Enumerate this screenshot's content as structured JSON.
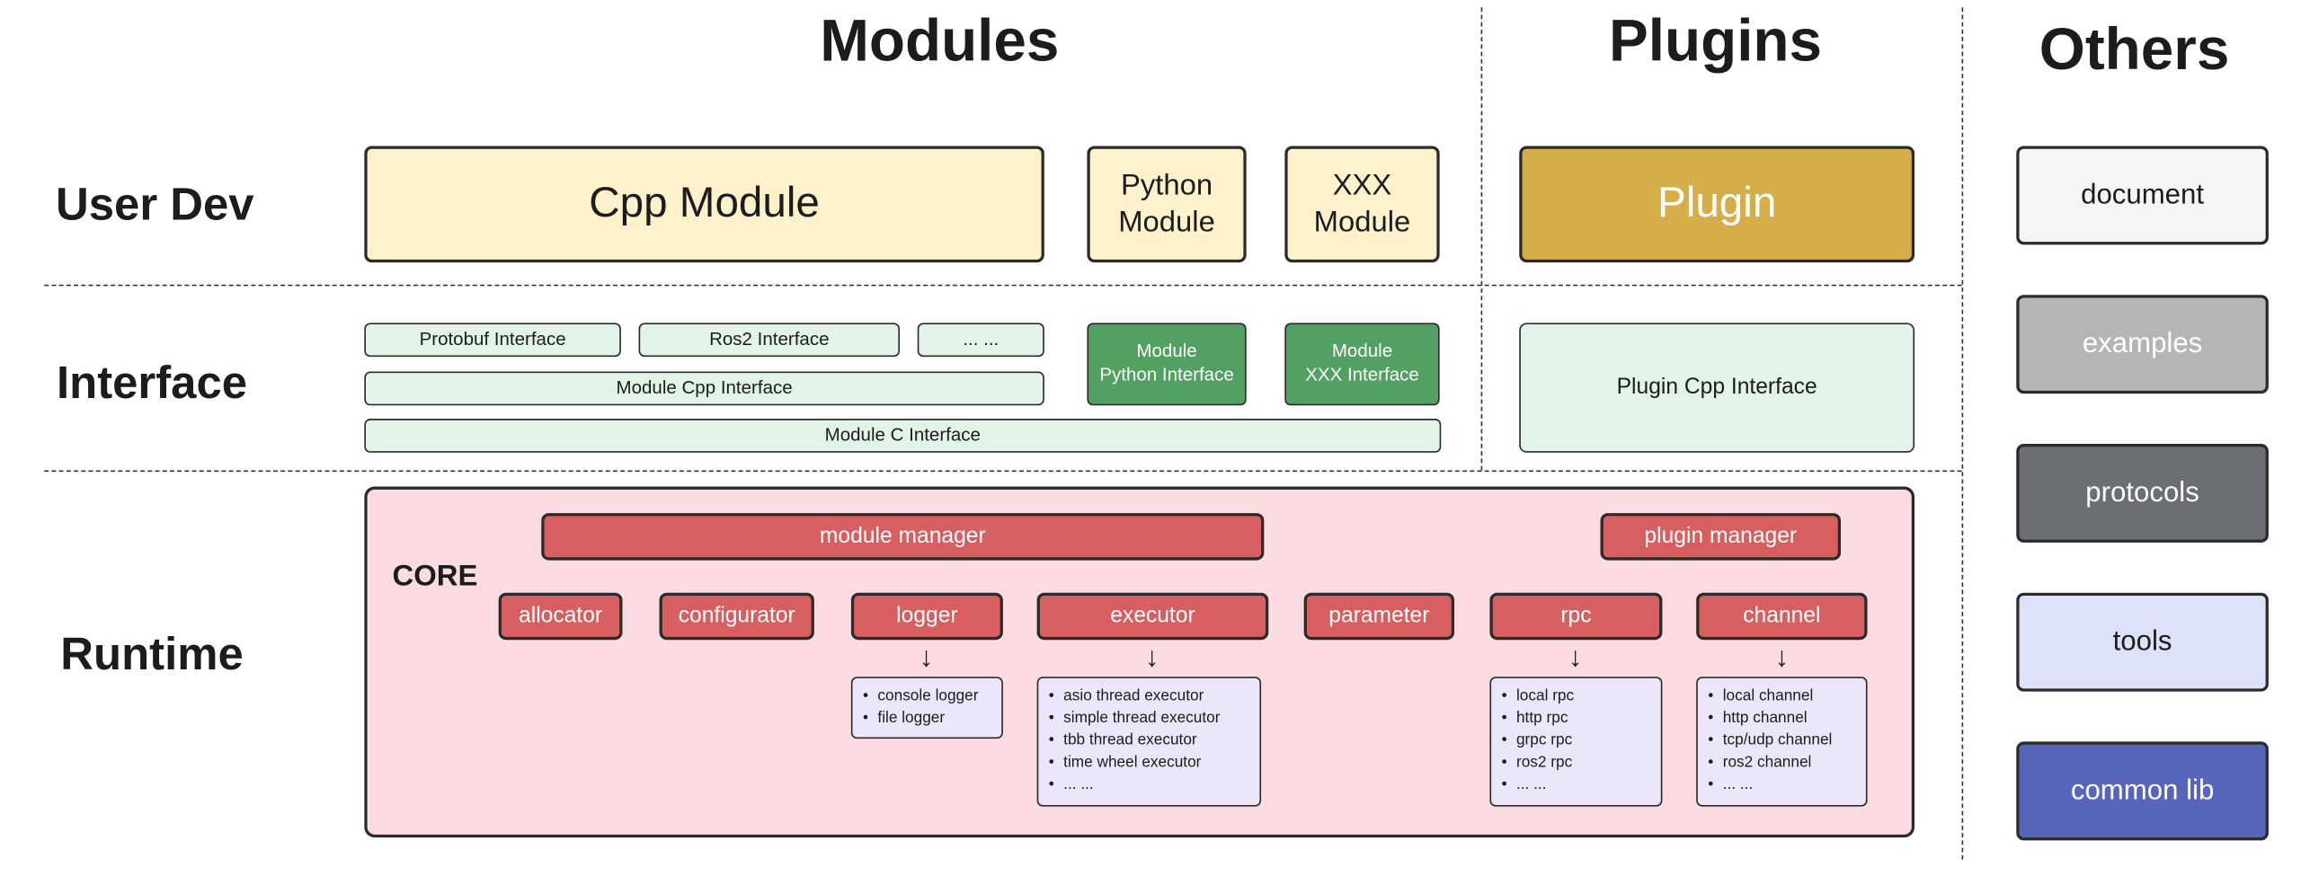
{
  "headers": {
    "modules": "Modules",
    "plugins": "Plugins",
    "others": "Others"
  },
  "rows": {
    "user_dev": "User Dev",
    "interface": "Interface",
    "runtime": "Runtime"
  },
  "user_dev": {
    "cpp_module": "Cpp Module",
    "python_module": "Python\nModule",
    "xxx_module": "XXX\nModule",
    "plugin": "Plugin"
  },
  "interface": {
    "protobuf": "Protobuf Interface",
    "ros2": "Ros2 Interface",
    "ellipsis": "... ...",
    "module_cpp": "Module Cpp Interface",
    "module_c": "Module C Interface",
    "module_python": "Module\nPython Interface",
    "module_xxx": "Module\nXXX Interface",
    "plugin_cpp": "Plugin Cpp Interface"
  },
  "others": {
    "items": [
      {
        "label": "document"
      },
      {
        "label": "examples"
      },
      {
        "label": "protocols"
      },
      {
        "label": "tools"
      },
      {
        "label": "common lib"
      }
    ]
  },
  "runtime": {
    "core_label": "CORE",
    "module_manager": "module manager",
    "plugin_manager": "plugin manager",
    "components": [
      "allocator",
      "configurator",
      "logger",
      "executor",
      "parameter",
      "rpc",
      "channel"
    ],
    "logger_items": [
      "console logger",
      "file logger"
    ],
    "executor_items": [
      "asio thread executor",
      "simple thread executor",
      "tbb thread executor",
      "time wheel executor",
      "... ..."
    ],
    "rpc_items": [
      "local rpc",
      "http rpc",
      "grpc rpc",
      "ros2 rpc",
      "... ..."
    ],
    "channel_items": [
      "local channel",
      "http channel",
      "tcp/udp channel",
      "ros2 channel",
      "... ..."
    ]
  },
  "icons": {
    "down_arrow": "↓"
  },
  "colors": {
    "light_yellow": "#fdf2cb",
    "gold": "#d6ae49",
    "light_green": "#e2f4e8",
    "dark_green": "#53a063",
    "pink": "#fcdce0",
    "red": "#d85f5f",
    "light_purple": "#ece6fa",
    "light_gray": "#f5f5f5",
    "mid_gray": "#b5b5b5",
    "dark_gray": "#6b6e72",
    "lavender": "#dde2f8",
    "indigo": "#5766bb",
    "border": "#2b2b2b"
  }
}
